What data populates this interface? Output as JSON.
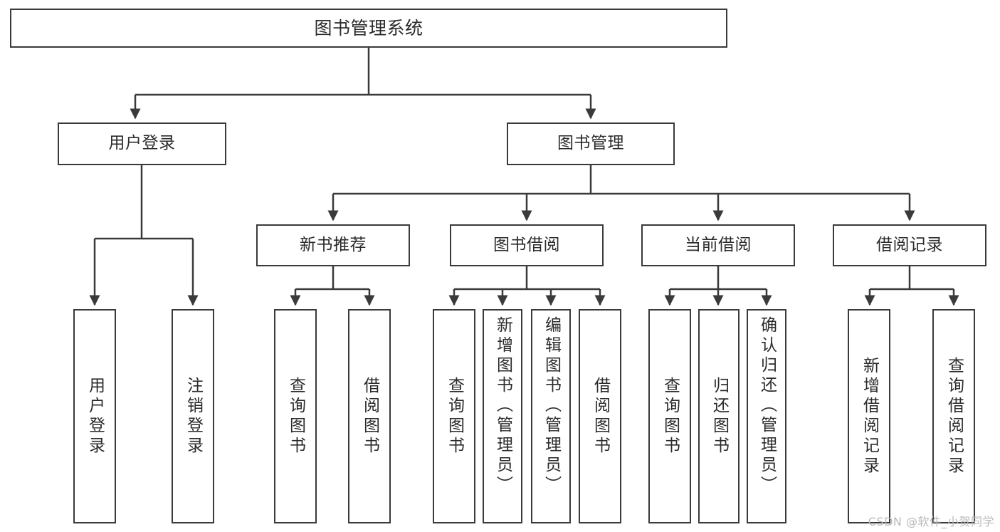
{
  "diagram": {
    "type": "tree",
    "title": "图书管理系统",
    "watermark": "CSDN @软件_小贺同学",
    "colors": {
      "stroke": "#3a3a3a",
      "fill": "#ffffff",
      "text": "#2b2b2b",
      "watermark": "#b9b9b9"
    },
    "root": {
      "label": "图书管理系统"
    },
    "level1": [
      {
        "label": "用户登录"
      },
      {
        "label": "图书管理"
      }
    ],
    "level2": [
      {
        "label": "新书推荐"
      },
      {
        "label": "图书借阅"
      },
      {
        "label": "当前借阅"
      },
      {
        "label": "借阅记录"
      }
    ],
    "leaves": {
      "user_login": [
        {
          "label": "用户登录"
        },
        {
          "label": "注销登录"
        }
      ],
      "new_book_recommend": [
        {
          "label": "查询图书"
        },
        {
          "label": "借阅图书"
        }
      ],
      "book_borrow": [
        {
          "label": "查询图书"
        },
        {
          "label": "新增图书（管理员）"
        },
        {
          "label": "编辑图书（管理员）"
        },
        {
          "label": "借阅图书"
        }
      ],
      "current_borrow": [
        {
          "label": "查询图书"
        },
        {
          "label": "归还图书"
        },
        {
          "label": "确认归还（管理员）"
        }
      ],
      "borrow_records": [
        {
          "label": "新增借阅记录"
        },
        {
          "label": "查询借阅记录"
        }
      ]
    }
  }
}
